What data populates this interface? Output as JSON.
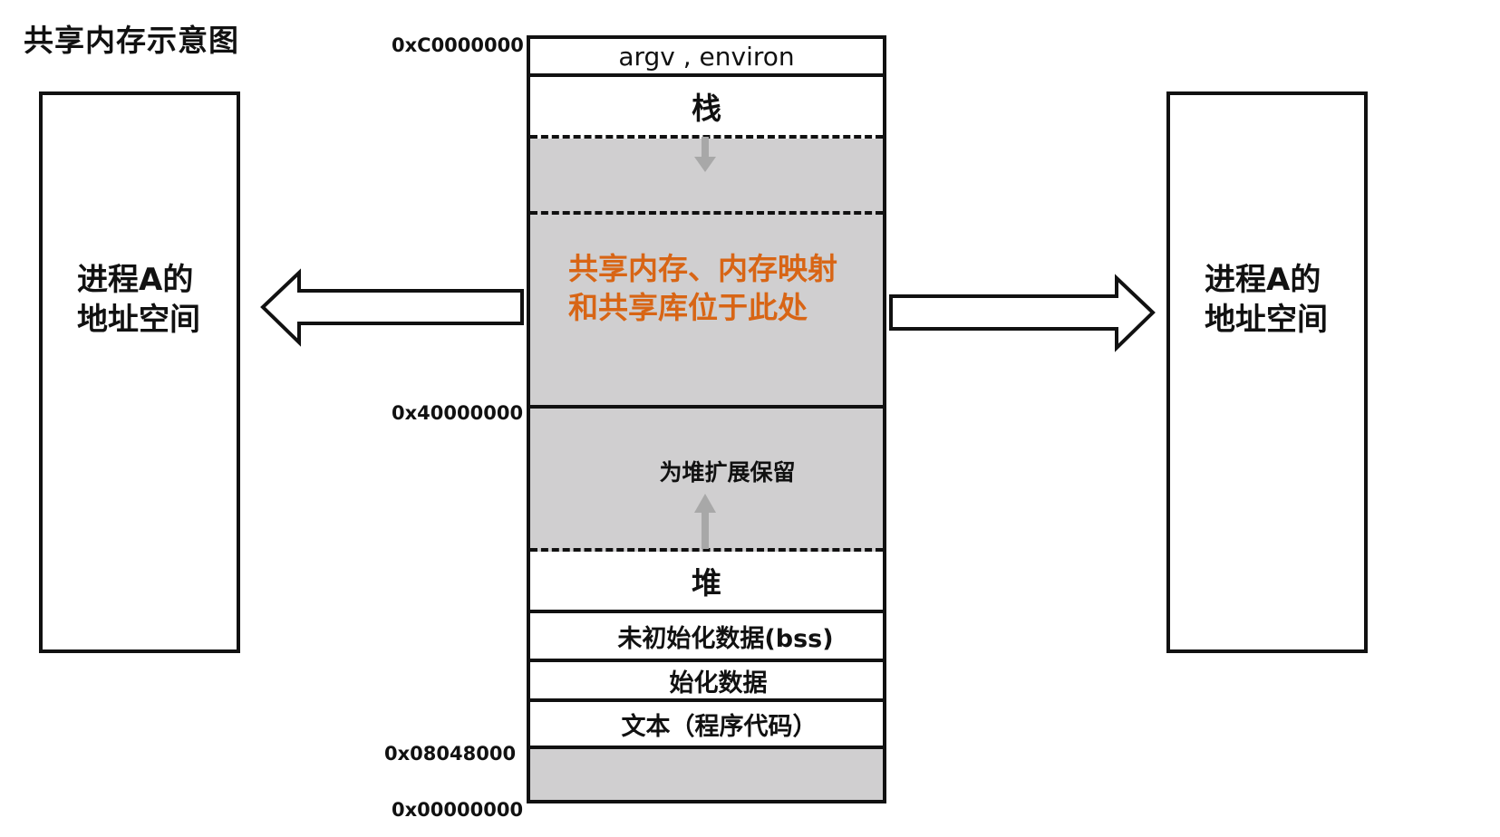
{
  "title": "共享内存示意图",
  "process_left": {
    "line1": "进程A的",
    "line2": "地址空间"
  },
  "process_right": {
    "line1": "进程A的",
    "line2": "地址空间"
  },
  "segments": {
    "argv": "argv , environ",
    "stack": "栈",
    "shared_line1": "共享内存、内存映射",
    "shared_line2": "和共享库位于此处",
    "heap_reserve": "为堆扩展保留",
    "heap": "堆",
    "bss": "未初始化数据(bss)",
    "data": "始化数据",
    "text": "文本（程序代码）"
  },
  "addresses": {
    "top": "0xC0000000",
    "mid": "0x40000000",
    "text_start": "0x08048000",
    "bottom": "0x00000000"
  },
  "colors": {
    "shared_text": "#d86515",
    "grey_fill": "#d0cfd0",
    "arrow_grey": "#a8a8a8"
  }
}
